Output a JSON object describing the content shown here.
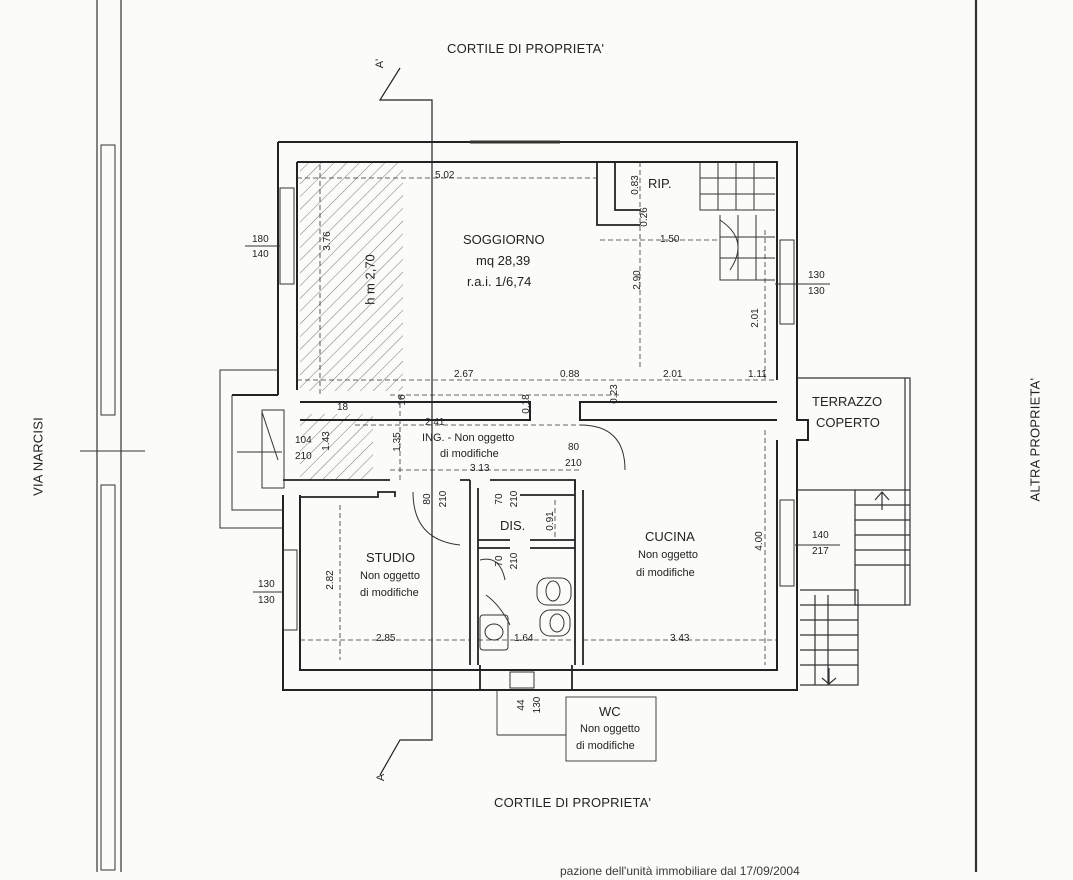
{
  "surroundings": {
    "top": "CORTILE DI PROPRIETA'",
    "bottom": "CORTILE DI PROPRIETA'",
    "left": "VIA NARCISI",
    "right": "ALTRA PROPRIETA'"
  },
  "section_marks": {
    "top": "A'",
    "bottom": "A"
  },
  "rooms": {
    "soggiorno": {
      "name": "SOGGIORNO",
      "area": "mq 28,39",
      "rai": "r.a.i. 1/6,74",
      "height": "h m 2,70"
    },
    "ripostiglio": {
      "name": "RIP."
    },
    "ingresso": {
      "name": "ING. - Non oggetto",
      "note": "di modifiche"
    },
    "terrazzo": {
      "name_line1": "TERRAZZO",
      "name_line2": "COPERTO"
    },
    "studio": {
      "name": "STUDIO",
      "note_line1": "Non oggetto",
      "note_line2": "di modifiche"
    },
    "disimpegno": {
      "name": "DIS."
    },
    "cucina": {
      "name": "CUCINA",
      "note_line1": "Non oggetto",
      "note_line2": "di modifiche"
    },
    "wc": {
      "name": "WC",
      "note_line1": "Non oggetto",
      "note_line2": "di modifiche"
    }
  },
  "dimensions": {
    "d_5_02": "5.02",
    "d_3_76": "3.76",
    "d_2_67": "2.67",
    "d_0_88": "0.88",
    "d_2_01_h": "2.01",
    "d_1_11": "1.11",
    "d_2_90": "2.90",
    "d_2_01_v": "2.01",
    "d_0_83": "0.83",
    "d_0_26": "0.26",
    "d_1_50": "1.50",
    "d_0_23": "0.23",
    "d_0_18": "0.18",
    "d_2_41": "2.41",
    "d_3_13": "3.13",
    "d_1_35": "1.35",
    "d_1_43": "1.43",
    "d_18": "18",
    "d_16": "16",
    "d_2_82": "2.82",
    "d_2_85": "2.85",
    "d_1_64": "1.64",
    "d_3_43": "3.43",
    "d_0_91": "0.91",
    "d_4_00": "4.00"
  },
  "openings": {
    "w_left_top_a": "180",
    "w_left_top_b": "140",
    "w_right_top_a": "130",
    "w_right_top_b": "130",
    "w_entry_a": "104",
    "w_entry_b": "210",
    "w_studio_a": "130",
    "w_studio_b": "130",
    "w_cucina_a": "140",
    "w_cucina_b": "217",
    "door_ing_a": "80",
    "door_ing_b": "210",
    "door_studio_a": "80",
    "door_studio_b": "210",
    "door_dis_a": "70",
    "door_dis_b": "210",
    "door_dis2_a": "70",
    "door_dis2_b": "210",
    "w_wc_a": "44",
    "w_wc_b": "130"
  },
  "footer_text": "pazione dell'unità immobiliare dal 17/09/2004"
}
